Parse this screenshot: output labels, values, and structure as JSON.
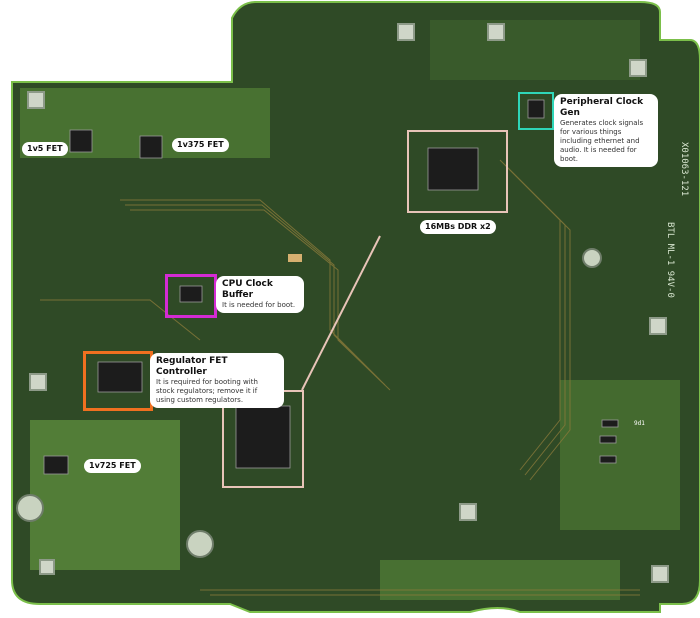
{
  "labels": {
    "fet_1v5": "1v5 FET",
    "fet_1v375": "1v375 FET",
    "fet_1v725": "1v725 FET",
    "ddr": "16MBs DDR x2"
  },
  "callouts": {
    "cpu_clock": {
      "title": "CPU Clock Buffer",
      "desc": "It is needed for boot."
    },
    "regulator": {
      "title": "Regulator FET Controller",
      "desc": "It is required for booting with stock regulators; remove it if using custom regulators."
    },
    "peripheral": {
      "title": "Peripheral Clock Gen",
      "desc": "Generates clock signals for various things including ethernet and audio. It is needed for boot."
    }
  },
  "silkscreen": {
    "part_no": "X01063-121",
    "board_id": "BTL ML-1 94V-0",
    "ref_small": "9d1"
  },
  "colors": {
    "pcb": "#2f4a26",
    "pcb_light": "#6f9a4a",
    "trace": "#8a7a3a",
    "cpu_clock_box": "#d42bd4",
    "regulator_box": "#f07020",
    "peripheral_box": "#2fd6b8",
    "ddr_box": "#e8c4b8"
  }
}
